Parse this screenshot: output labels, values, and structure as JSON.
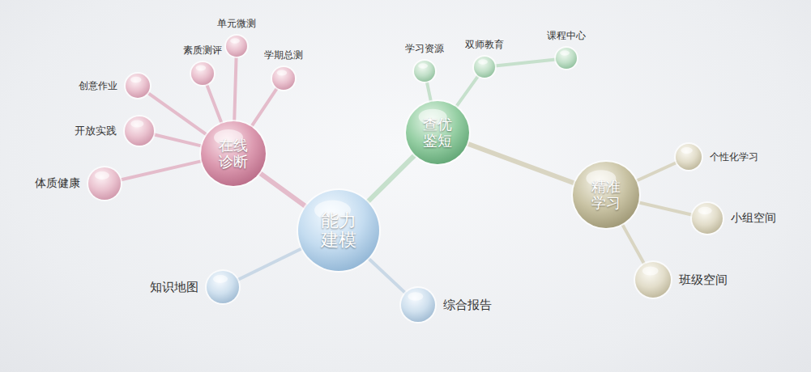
{
  "diagram": {
    "nodes": [
      {
        "text": [
          "能力 建模"
        ]
      },
      {
        "text": [
          "在线 诊断"
        ]
      },
      {
        "text": [
          "查优 鉴短"
        ]
      },
      {
        "text": [
          "精准 学习"
        ]
      },
      {
        "text": [
          "体质健康"
        ]
      },
      {
        "text": [
          "开放实践"
        ]
      },
      {
        "text": [
          "创意作业"
        ]
      },
      {
        "text": [
          "素质测评"
        ]
      },
      {
        "text": [
          "单元微测"
        ]
      },
      {
        "text": [
          "学期总测"
        ]
      },
      {
        "text": [
          "学习资源"
        ]
      },
      {
        "text": [
          "双师教育"
        ]
      },
      {
        "text": [
          "课程中心"
        ]
      },
      {
        "text": [
          "个性化学习"
        ]
      },
      {
        "text": [
          "小组空间"
        ]
      },
      {
        "text": [
          "班级空间"
        ]
      },
      {
        "text": [
          "知识地图"
        ]
      },
      {
        "text": [
          "综合报告"
        ]
      }
    ],
    "edges": [
      {
        "from": 0,
        "to": 1,
        "arrow": "none"
      },
      {
        "from": 0,
        "to": 2,
        "arrow": "none"
      },
      {
        "from": 2,
        "to": 3,
        "arrow": "none"
      },
      {
        "from": 1,
        "to": 4,
        "arrow": "none"
      },
      {
        "from": 1,
        "to": 5,
        "arrow": "none"
      },
      {
        "from": 1,
        "to": 6,
        "arrow": "none"
      },
      {
        "from": 1,
        "to": 7,
        "arrow": "none"
      },
      {
        "from": 1,
        "to": 8,
        "arrow": "none"
      },
      {
        "from": 1,
        "to": 9,
        "arrow": "none"
      },
      {
        "from": 2,
        "to": 10,
        "arrow": "none"
      },
      {
        "from": 2,
        "to": 11,
        "arrow": "none"
      },
      {
        "from": 11,
        "to": 12,
        "arrow": "none"
      },
      {
        "from": 3,
        "to": 13,
        "arrow": "none"
      },
      {
        "from": 3,
        "to": 14,
        "arrow": "none"
      },
      {
        "from": 3,
        "to": 15,
        "arrow": "none"
      },
      {
        "from": 0,
        "to": 16,
        "arrow": "none"
      },
      {
        "from": 0,
        "to": 17,
        "arrow": "none"
      }
    ]
  }
}
